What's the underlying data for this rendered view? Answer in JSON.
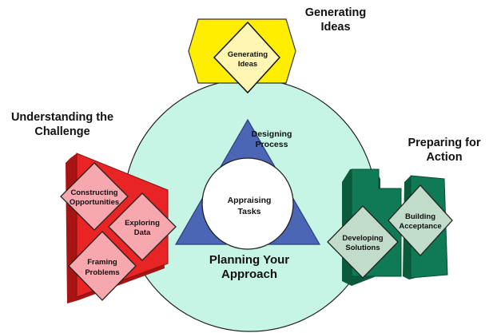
{
  "headings": {
    "generating": [
      "Generating",
      "Ideas"
    ],
    "understanding": [
      "Understanding the",
      "Challenge"
    ],
    "preparing": [
      "Preparing for",
      "Action"
    ],
    "planning": [
      "Planning Your",
      "Approach"
    ]
  },
  "stages": {
    "generating_ideas": [
      "Generating",
      "Ideas"
    ],
    "constructing_opportunities": [
      "Constructing",
      "Opportunities"
    ],
    "exploring_data": [
      "Exploring",
      "Data"
    ],
    "framing_problems": [
      "Framing",
      "Problems"
    ],
    "developing_solutions": [
      "Developing",
      "Solutions"
    ],
    "building_acceptance": [
      "Building",
      "Acceptance"
    ],
    "designing_process": [
      "Designing",
      "Process"
    ],
    "appraising_tasks": [
      "Appraising",
      "Tasks"
    ]
  },
  "colors": {
    "big_circle": "#c6f5e6",
    "hexagon": "#ffee00",
    "red_panel": "#e82424",
    "green_panel": "#0f7a55",
    "triangle": "#4a66b4",
    "diamond_yellow": "#fff6b4",
    "diamond_pink": "#f6a8ae",
    "diamond_green": "#c2dccb"
  }
}
